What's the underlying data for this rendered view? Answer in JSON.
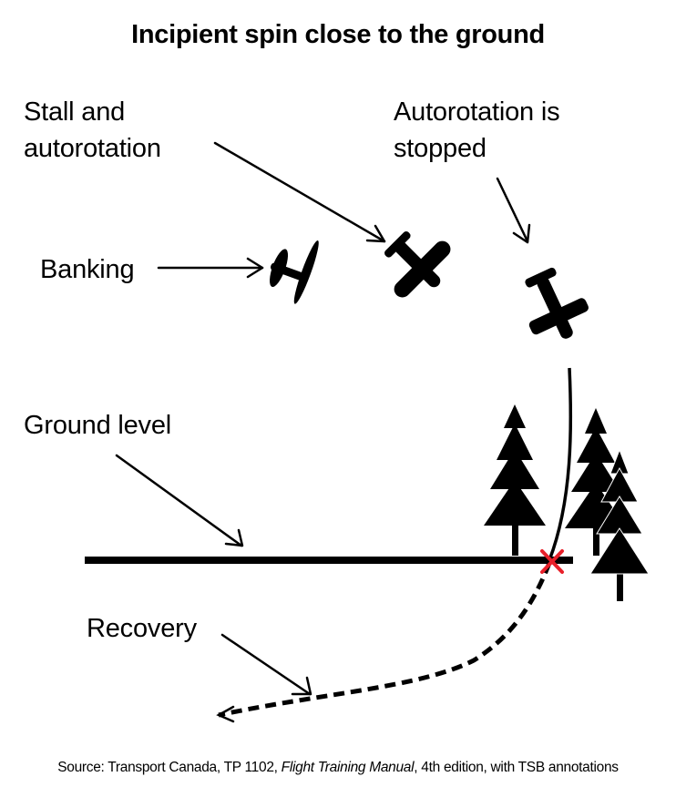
{
  "title": "Incipient spin close to the ground",
  "labels": {
    "stall": "Stall and\nautorotation",
    "autorotation_stopped": "Autorotation is\nstopped",
    "banking": "Banking",
    "ground_level": "Ground level",
    "recovery": "Recovery"
  },
  "source": {
    "prefix": "Source: Transport Canada, TP 1102, ",
    "italic": "Flight Training Manual",
    "suffix": ", 4th edition, with TSB annotations"
  },
  "colors": {
    "ink": "#000000",
    "impact_marker": "#e8202a",
    "background": "#ffffff"
  },
  "icons": {
    "aircraft": "airplane-silhouette-icon",
    "tree": "conifer-tree-icon",
    "impact": "red-x-icon"
  }
}
